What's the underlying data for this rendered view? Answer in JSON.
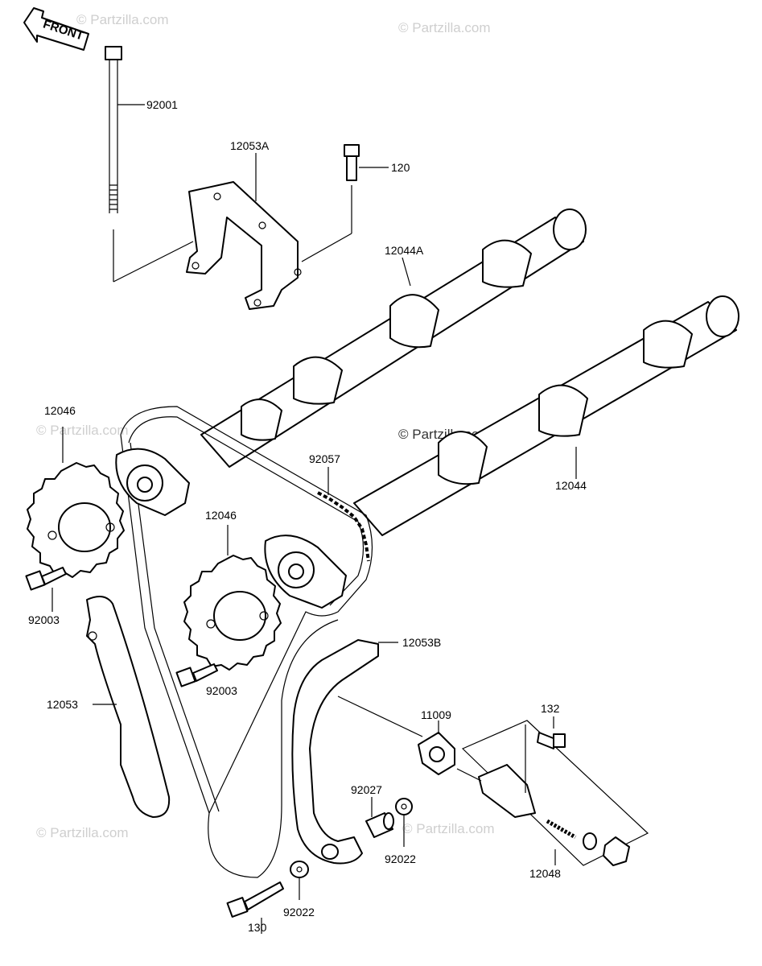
{
  "front_label": "FRONT",
  "watermarks": {
    "top_left": "© Partzilla.com",
    "top_right": "© Partzilla.com",
    "center": "© Partzilla.com",
    "left_mid": "© Partzilla.com",
    "bottom_left": "© Partzilla.com",
    "bottom_mid": "© Partzilla.com"
  },
  "callouts": {
    "p92001": "92001",
    "p12053A": "12053A",
    "p120": "120",
    "p12044A": "12044A",
    "p12046a": "12046",
    "p92057": "92057",
    "p12044": "12044",
    "p12046b": "12046",
    "p92003a": "92003",
    "p12053B": "12053B",
    "p12053": "12053",
    "p92003b": "92003",
    "p11009": "11009",
    "p132": "132",
    "p92027": "92027",
    "p92022a": "92022",
    "p12048": "12048",
    "p130": "130",
    "p92022b": "92022"
  }
}
